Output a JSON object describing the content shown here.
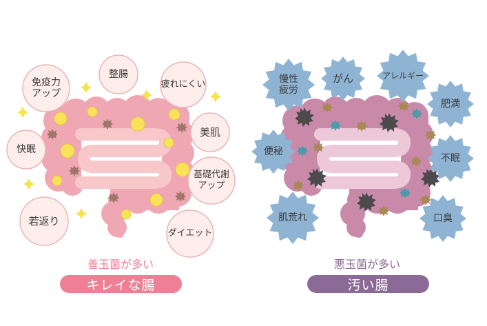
{
  "left_panel": {
    "subtitle": "善玉菌が多い",
    "badge": "キレイな腸",
    "colors": {
      "intestine": "#f0a7b4",
      "small_intestine": "#f7c7c9",
      "circle_fill": "#fdeeec",
      "circle_border": "#e7b5b8",
      "subtitle": "#ee7f96",
      "badge": "#ef7f95",
      "smiley": "#f8e25a",
      "sparkle": "#f6e24a"
    },
    "benefits": [
      {
        "label": "免疫力\nアップ"
      },
      {
        "label": "整腸"
      },
      {
        "label": "疲れにくい"
      },
      {
        "label": "快眠"
      },
      {
        "label": "美肌"
      },
      {
        "label": "基礎代謝\nアップ"
      },
      {
        "label": "若返り"
      },
      {
        "label": "ダイエット"
      }
    ]
  },
  "right_panel": {
    "subtitle": "悪玉菌が多い",
    "badge": "汚い腸",
    "colors": {
      "intestine": "#c98aaa",
      "small_intestine": "#edc8d8",
      "star_fill": "#8fb4d3",
      "subtitle": "#8e6b92",
      "badge": "#8c6a98",
      "bad_bacteria": "#4d4a4e",
      "teal_bacteria": "#4f9aa8",
      "brown_bacteria": "#a98757"
    },
    "problems": [
      {
        "label": "慢性\n疲労"
      },
      {
        "label": "がん"
      },
      {
        "label": "アレルギー"
      },
      {
        "label": "肥満"
      },
      {
        "label": "便秘"
      },
      {
        "label": "不眠"
      },
      {
        "label": "肌荒れ"
      },
      {
        "label": "口臭"
      }
    ]
  }
}
